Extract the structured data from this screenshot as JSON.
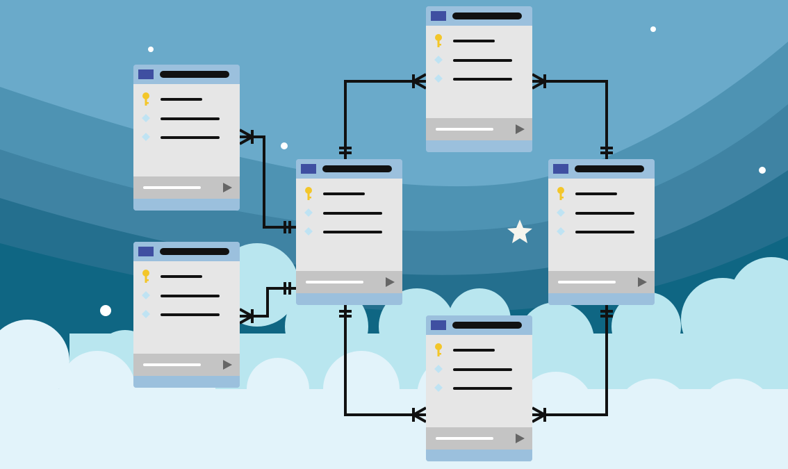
{
  "colors": {
    "sky_top": "#6aaaca",
    "sky_mid": "#4e93b3",
    "sky_band": "#3f83a3",
    "sky_deep": "#246f8e",
    "sky_deepest": "#0f6683",
    "cloud_back": "#b9e6ef",
    "cloud_front": "#e2f3fa",
    "card_header": "#9bc0dd",
    "card_body": "#e6e6e6",
    "card_footer": "#c4c4c4",
    "header_square": "#3f4fa1",
    "key": "#f3c62a",
    "diamond": "#bfe3f3",
    "connector": "#111111",
    "star": "#f5f5ee"
  },
  "tables": [
    {
      "id": "table-top-left",
      "fields": [
        {
          "icon": "key-icon",
          "line": 0.6
        },
        {
          "icon": "diamond-icon",
          "line": 0.85
        },
        {
          "icon": "diamond-icon",
          "line": 0.85
        }
      ]
    },
    {
      "id": "table-bottom-left",
      "fields": [
        {
          "icon": "key-icon",
          "line": 0.6
        },
        {
          "icon": "diamond-icon",
          "line": 0.85
        },
        {
          "icon": "diamond-icon",
          "line": 0.85
        }
      ]
    },
    {
      "id": "table-center",
      "fields": [
        {
          "icon": "key-icon",
          "line": 0.6
        },
        {
          "icon": "diamond-icon",
          "line": 0.85
        },
        {
          "icon": "diamond-icon",
          "line": 0.85
        }
      ]
    },
    {
      "id": "table-top-middle",
      "fields": [
        {
          "icon": "key-icon",
          "line": 0.6
        },
        {
          "icon": "diamond-icon",
          "line": 0.85
        },
        {
          "icon": "diamond-icon",
          "line": 0.85
        }
      ]
    },
    {
      "id": "table-right",
      "fields": [
        {
          "icon": "key-icon",
          "line": 0.6
        },
        {
          "icon": "diamond-icon",
          "line": 0.85
        },
        {
          "icon": "diamond-icon",
          "line": 0.85
        }
      ]
    },
    {
      "id": "table-bottom-middle",
      "fields": [
        {
          "icon": "key-icon",
          "line": 0.6
        },
        {
          "icon": "diamond-icon",
          "line": 0.85
        },
        {
          "icon": "diamond-icon",
          "line": 0.85
        }
      ]
    }
  ],
  "relationships": [
    {
      "from": "table-top-left",
      "to": "table-center",
      "from_end": "crows-foot-one",
      "to_end": "one-and-only-one"
    },
    {
      "from": "table-bottom-left",
      "to": "table-center",
      "from_end": "crows-foot-one",
      "to_end": "one-and-only-one"
    },
    {
      "from": "table-center",
      "to": "table-top-middle",
      "from_end": "one-and-only-one",
      "to_end": "crows-foot-one"
    },
    {
      "from": "table-top-middle",
      "to": "table-right",
      "from_end": "crows-foot-one",
      "to_end": "one-and-only-one"
    },
    {
      "from": "table-center",
      "to": "table-bottom-middle",
      "from_end": "one-and-only-one",
      "to_end": "crows-foot-one"
    },
    {
      "from": "table-right",
      "to": "table-bottom-middle",
      "from_end": "one-and-only-one",
      "to_end": "crows-foot-one"
    }
  ]
}
